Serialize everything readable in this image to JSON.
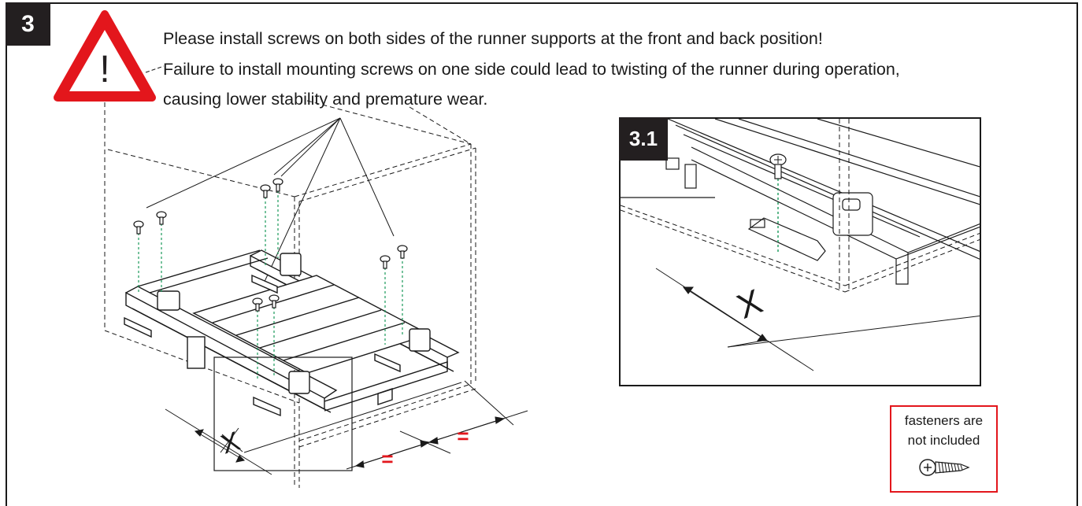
{
  "step": {
    "number": "3"
  },
  "warning": {
    "icon": "warning-triangle-icon",
    "symbol": "!",
    "lines": [
      "Please install screws on both sides of the runner supports at the front and back position!",
      "Failure to install mounting screws on one side could lead to twisting of the runner during operation,",
      "causing lower stability and premature wear."
    ]
  },
  "main_diagram": {
    "dimension_x": "X",
    "equal_left": "=",
    "equal_right": "="
  },
  "detail": {
    "label": "3.1",
    "dimension_x": "X"
  },
  "fasteners": {
    "lines": [
      "fasteners are",
      "not included"
    ],
    "icon": "screw-icon"
  },
  "colors": {
    "warning_red": "#e3161c",
    "screw_axis": "#1a9a5a",
    "ink": "#1a1a1a",
    "badge": "#231f20"
  }
}
